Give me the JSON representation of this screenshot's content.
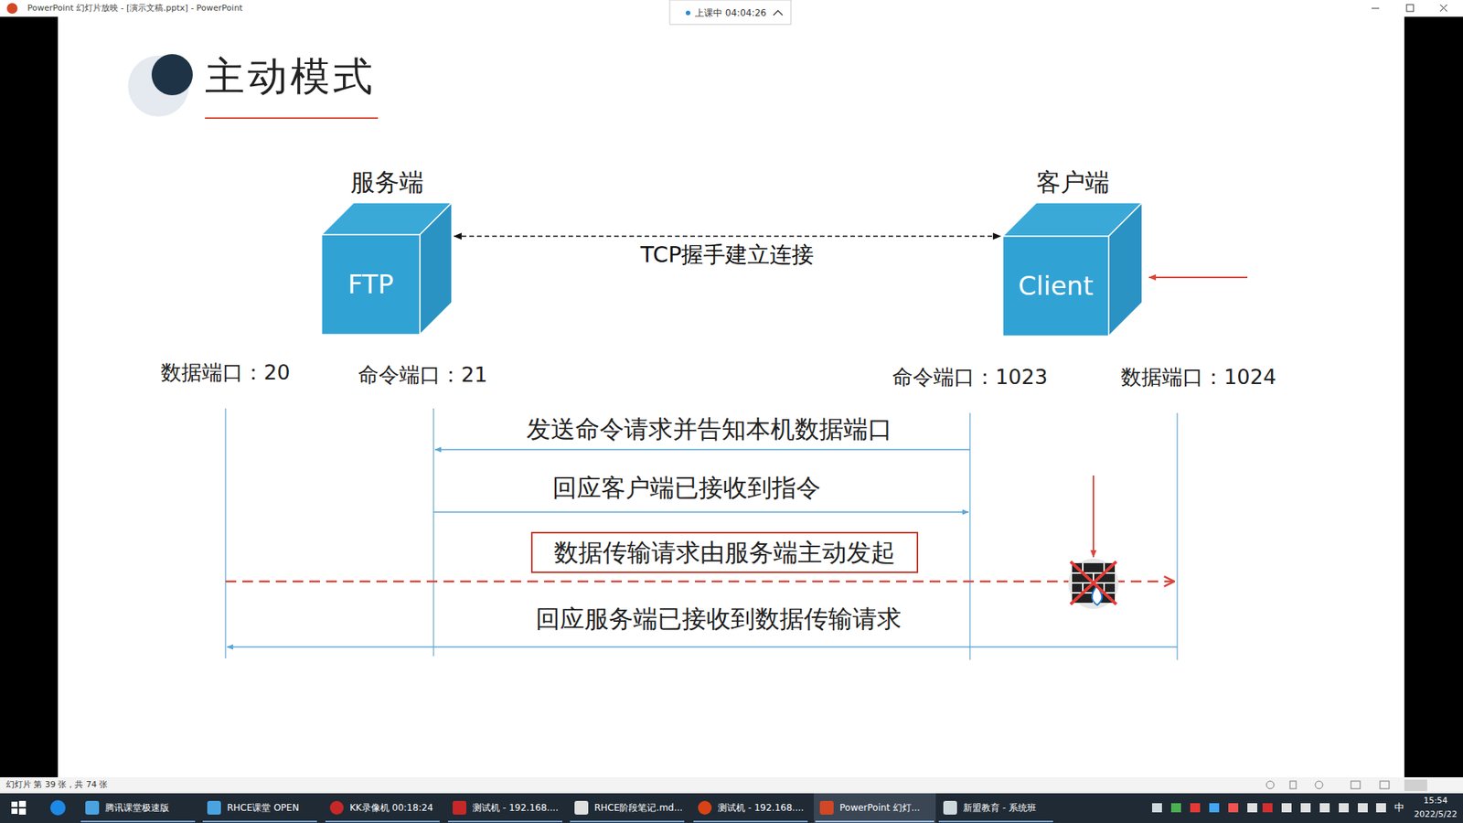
{
  "diagram": {
    "title": "主动模式",
    "nodes": [
      {
        "text": [
          "服务端",
          "FTP"
        ]
      },
      {
        "text": [
          "客户端",
          "Client"
        ]
      },
      {
        "text": [
          "数据传输请求由服务端主动发起"
        ]
      }
    ],
    "edges": [
      {
        "from": 0,
        "to": 1,
        "arrow": "both",
        "label": "TCP握手建立连接"
      }
    ],
    "labels": [
      "PowerPoint 幻灯片放映 - [演示文稿.pptx] - PowerPoint",
      "上课中 04:04:26",
      "数据端口：20",
      "命令端口：21",
      "命令端口：1023",
      "数据端口：1024",
      "发送命令请求并告知本机数据端口",
      "回应客户端已接收到指令",
      "回应服务端已接收到数据传输请求",
      "幻灯片 第 39 张，共 74 张",
      "腾讯课堂极速版",
      "RHCE课堂 OPEN",
      "KK录像机 00:18:24",
      "测试机 - 192.168....",
      "RHCE阶段笔记.md...",
      "测试机 - 192.168....",
      "PowerPoint 幻灯...",
      "新盟教育 - 系统班",
      "中",
      "15:54",
      "2022/5/22"
    ]
  }
}
